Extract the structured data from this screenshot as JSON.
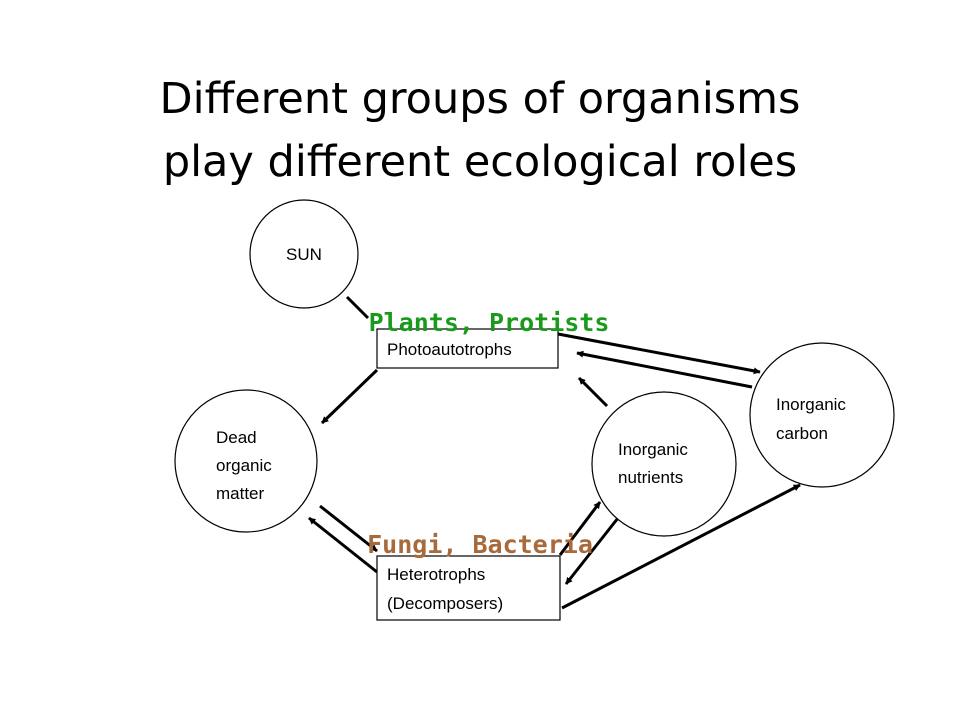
{
  "title": {
    "line1": "Different groups of organisms",
    "line2": "play different ecological roles"
  },
  "nodes": {
    "sun": "SUN",
    "photoautotrophs": "Photoautotrophs",
    "dead_organic_matter": [
      "Dead",
      "organic",
      "matter"
    ],
    "inorganic_nutrients": [
      "Inorganic",
      "nutrients"
    ],
    "inorganic_carbon": [
      "Inorganic",
      "carbon"
    ],
    "heterotrophs": [
      "Heterotrophs",
      "(Decomposers)"
    ]
  },
  "group_labels": {
    "producers": "Plants, Protists",
    "decomposers": "Fungi, Bacteria"
  },
  "colors": {
    "producers": "#1a9a1a",
    "decomposers": "#a86a3a"
  }
}
